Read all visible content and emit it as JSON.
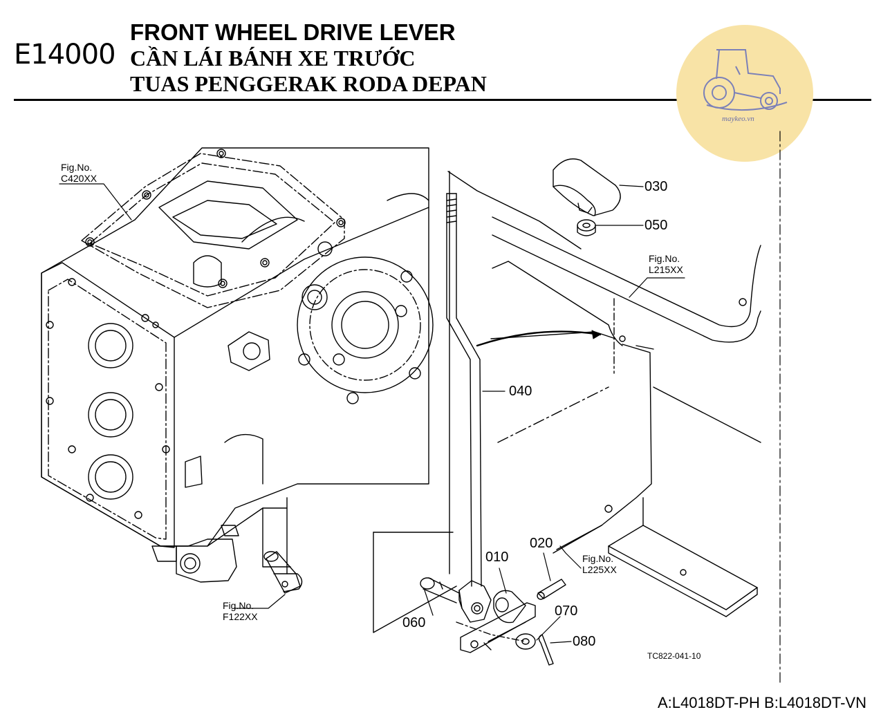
{
  "header": {
    "code": "E14000",
    "title_en": "FRONT WHEEL DRIVE LEVER",
    "title_vi": "CẦN LÁI BÁNH XE TRƯỚC",
    "title_id": "TUAS PENGGERAK RODA DEPAN"
  },
  "logo": {
    "text": "maykeo.vn",
    "icon": "tractor-icon",
    "color": "#f8e3a6"
  },
  "parts": {
    "p010": "010",
    "p020": "020",
    "p030": "030",
    "p040": "040",
    "p050": "050",
    "p060": "060",
    "p070": "070",
    "p080": "080"
  },
  "figures": {
    "c420": {
      "prefix": "Fig.No.",
      "code": "C420XX"
    },
    "l215": {
      "prefix": "Fig.No.",
      "code": "L215XX"
    },
    "l225": {
      "prefix": "Fig.No.",
      "code": "L225XX"
    },
    "f122": {
      "prefix": "Fig.No.",
      "code": "F122XX"
    }
  },
  "drawing_ref": "TC822-041-10",
  "models": "A:L4018DT-PH B:L4018DT-VN"
}
